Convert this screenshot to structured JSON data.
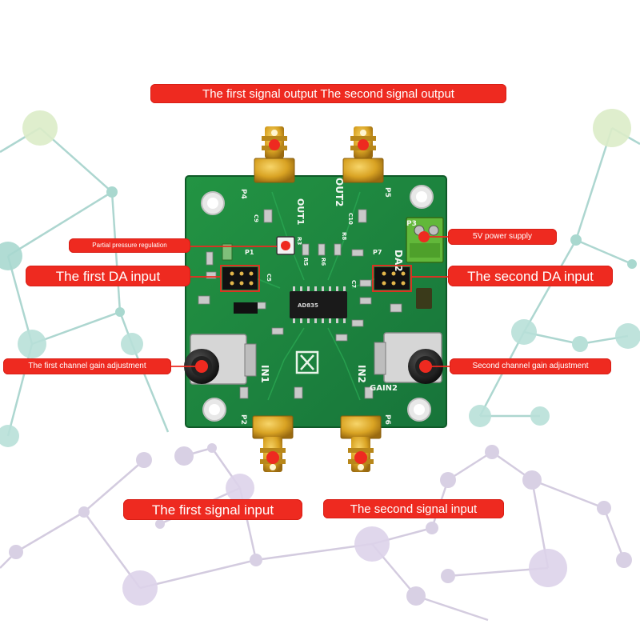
{
  "labels": {
    "signal_output": "The first signal output The second signal output",
    "partial_pressure": "Partial pressure regulation",
    "first_da": "The first DA input",
    "second_da": "The second DA input",
    "power": "5V power supply",
    "gain1": "The first channel gain adjustment",
    "gain2": "Second channel gain adjustment",
    "in1": "The first signal input",
    "in2": "The second signal input"
  },
  "silkscreen": {
    "out1": "OUT1",
    "out2": "OUT2",
    "p4": "P4",
    "p5": "P5",
    "p3": "P3",
    "p7": "P7",
    "p1": "P1",
    "p2": "P2",
    "p6": "P6",
    "in1": "IN1",
    "in2": "IN2",
    "gain2": "GAIN2",
    "da2": "DA2",
    "chip": "AD835",
    "r3": "R3",
    "r8": "R8",
    "r5": "R5",
    "r6": "R6",
    "c9": "C9",
    "c10": "C10",
    "c7": "C7",
    "c5": "C5"
  },
  "colors": {
    "label_bg": "#ee2a20",
    "pcb": "#1e8a3a",
    "gold": "#d9a323",
    "terminal": "#62b83a"
  }
}
